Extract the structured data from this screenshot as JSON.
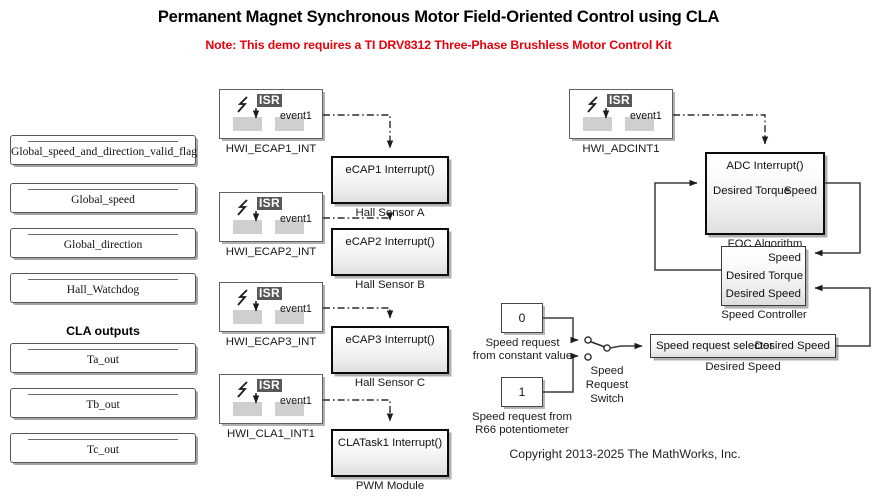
{
  "header": {
    "title": "Permanent Magnet Synchronous Motor Field-Oriented Control using CLA",
    "note": "Note: This demo requires a TI DRV8312 Three-Phase Brushless Motor Control Kit",
    "note_color": "#e8000b",
    "copyright": "Copyright 2013-2025 The MathWorks, Inc."
  },
  "data_stores": {
    "globals": [
      {
        "name": "Global_speed_and_direction_valid_flag"
      },
      {
        "name": "Global_speed"
      },
      {
        "name": "Global_direction"
      },
      {
        "name": "Hall_Watchdog"
      }
    ],
    "cla_outputs_heading": "CLA outputs",
    "cla_outputs": [
      {
        "name": "Ta_out"
      },
      {
        "name": "Tb_out"
      },
      {
        "name": "Tc_out"
      }
    ]
  },
  "hwi_blocks": [
    {
      "label": "HWI_ECAP1_INT",
      "icon": "isr-icon",
      "event": "event1"
    },
    {
      "label": "HWI_ECAP2_INT",
      "icon": "isr-icon",
      "event": "event1"
    },
    {
      "label": "HWI_ECAP3_INT",
      "icon": "isr-icon",
      "event": "event1"
    },
    {
      "label": "HWI_CLA1_INT1",
      "icon": "isr-icon",
      "event": "event1"
    },
    {
      "label": "HWI_ADCINT1",
      "icon": "isr-icon",
      "event": "event1"
    }
  ],
  "isr_tag_text": "ISR",
  "subsystems": [
    {
      "label": "Hall Sensor A",
      "trigger": "eCAP1 Interrupt()"
    },
    {
      "label": "Hall Sensor B",
      "trigger": "eCAP2 Interrupt()"
    },
    {
      "label": "Hall Sensor C",
      "trigger": "eCAP3 Interrupt()"
    },
    {
      "label": "PWM Module",
      "trigger": "CLATask1 Interrupt()"
    }
  ],
  "foc": {
    "label": "FOC Algorithm",
    "trigger": "ADC Interrupt()",
    "input_port": "Desired Torque",
    "output_port": "Speed"
  },
  "speed_controller": {
    "label": "Speed Controller",
    "port_speed": "Speed",
    "port_desired_torque": "Desired Torque",
    "port_desired_speed": "Desired Speed"
  },
  "desired_speed": {
    "label": "Desired Speed",
    "input_port": "Speed request selector",
    "output_port": "Desired Speed"
  },
  "speed_request": {
    "constant_top_value": "0",
    "constant_top_label_line1": "Speed request",
    "constant_top_label_line2": "from constant value",
    "constant_bottom_value": "1",
    "constant_bottom_label_line1": "Speed request from",
    "constant_bottom_label_line2": "R66 potentiometer",
    "switch_label_line1": "Speed",
    "switch_label_line2": "Request",
    "switch_label_line3": "Switch",
    "selected_input": "0"
  },
  "colors": {
    "note_red": "#e8000b",
    "block_border": "#0b0b0b",
    "wire": "#3c3c3c",
    "isr_tag_bg": "#585858",
    "gray_box": "#cfcfcf"
  }
}
